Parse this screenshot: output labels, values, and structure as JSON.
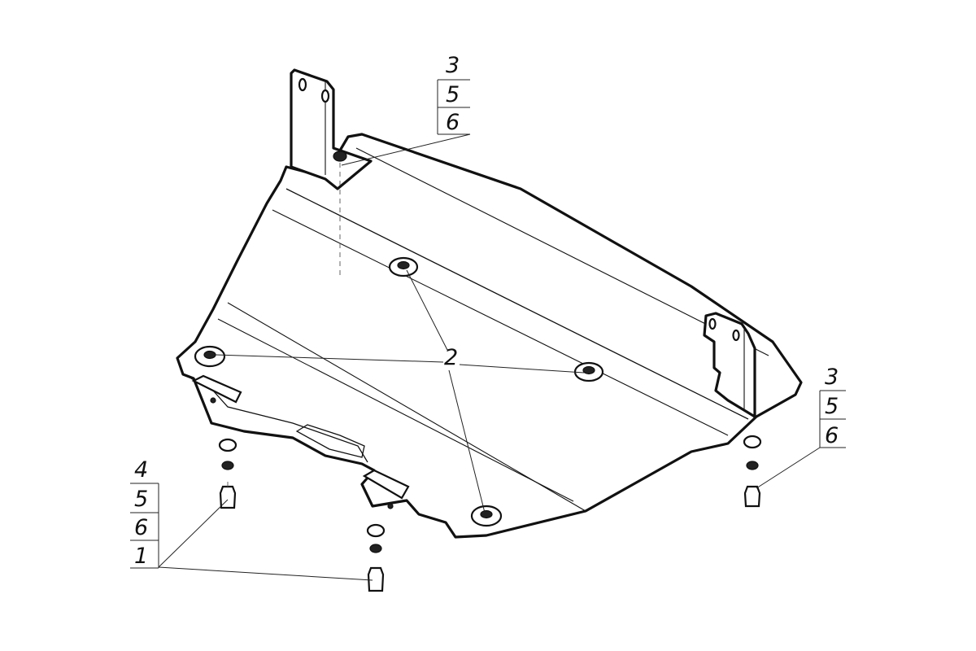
{
  "drawing": {
    "callouts": {
      "top": [
        "3",
        "5",
        "6"
      ],
      "right": [
        "3",
        "5",
        "6"
      ],
      "left": [
        "4",
        "5",
        "6",
        "1"
      ],
      "center": "2"
    },
    "colors": {
      "ink": "#111111",
      "paper": "#ffffff"
    }
  }
}
